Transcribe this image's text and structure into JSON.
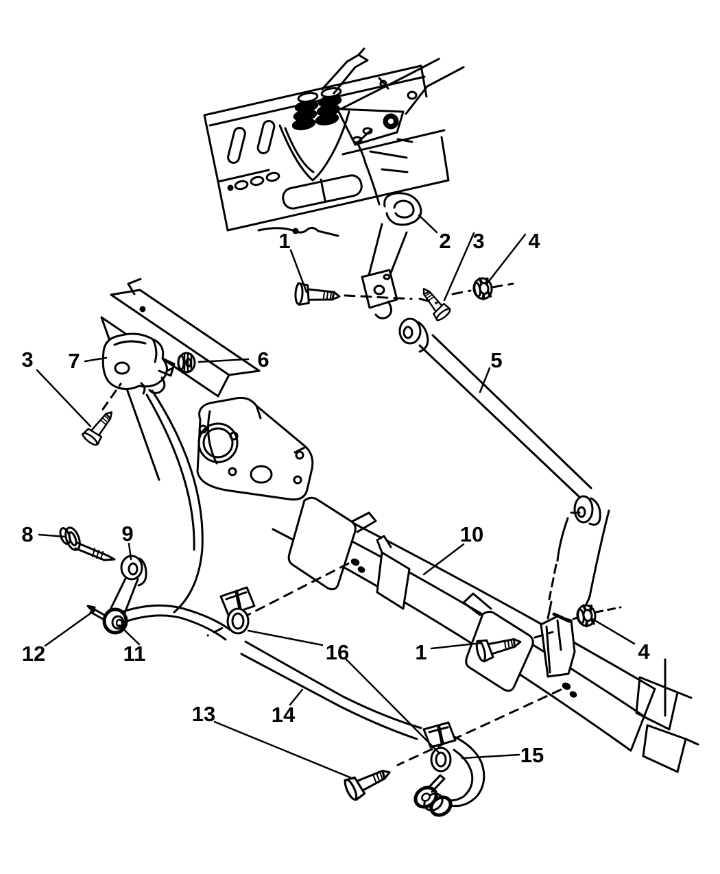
{
  "colors": {
    "background": "#ffffff",
    "line": "#000000"
  },
  "callouts": [
    {
      "label": "1"
    },
    {
      "label": "2"
    },
    {
      "label": "3"
    },
    {
      "label": "4"
    },
    {
      "label": "5"
    },
    {
      "label": "6"
    },
    {
      "label": "7"
    },
    {
      "label": "3"
    },
    {
      "label": "8"
    },
    {
      "label": "9"
    },
    {
      "label": "10"
    },
    {
      "label": "12"
    },
    {
      "label": "11"
    },
    {
      "label": "16"
    },
    {
      "label": "1"
    },
    {
      "label": "4"
    },
    {
      "label": "13"
    },
    {
      "label": "14"
    },
    {
      "label": "15"
    }
  ]
}
